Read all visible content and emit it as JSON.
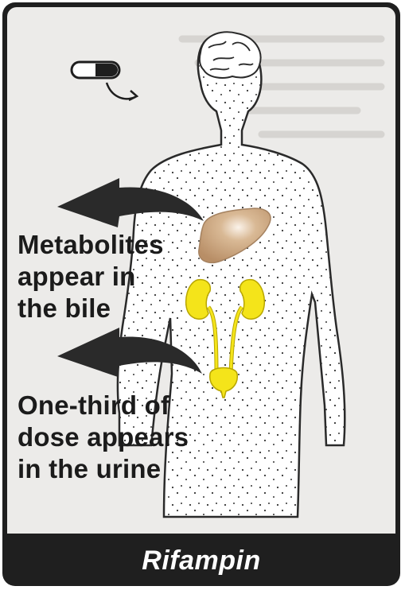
{
  "figure": {
    "title": "Rifampin"
  },
  "labels": {
    "bile": [
      "Metabolites",
      "appear in",
      "the bile"
    ],
    "urine": [
      "One-third of",
      "dose appears",
      "in the urine"
    ]
  },
  "icons": {
    "capsule": "capsule-icon",
    "body": "human-body-icon",
    "liver": "liver-icon",
    "kidneys": "kidneys-icon",
    "bladder": "bladder-icon",
    "arrow": "curved-arrow-icon"
  },
  "colors": {
    "frame": "#1f1f1f",
    "panel": "#ecebe9",
    "body_fill": "#ffffff",
    "liver": "#c9a47c",
    "kidney": "#f4e41a",
    "arrow": "#2a2a2a"
  }
}
